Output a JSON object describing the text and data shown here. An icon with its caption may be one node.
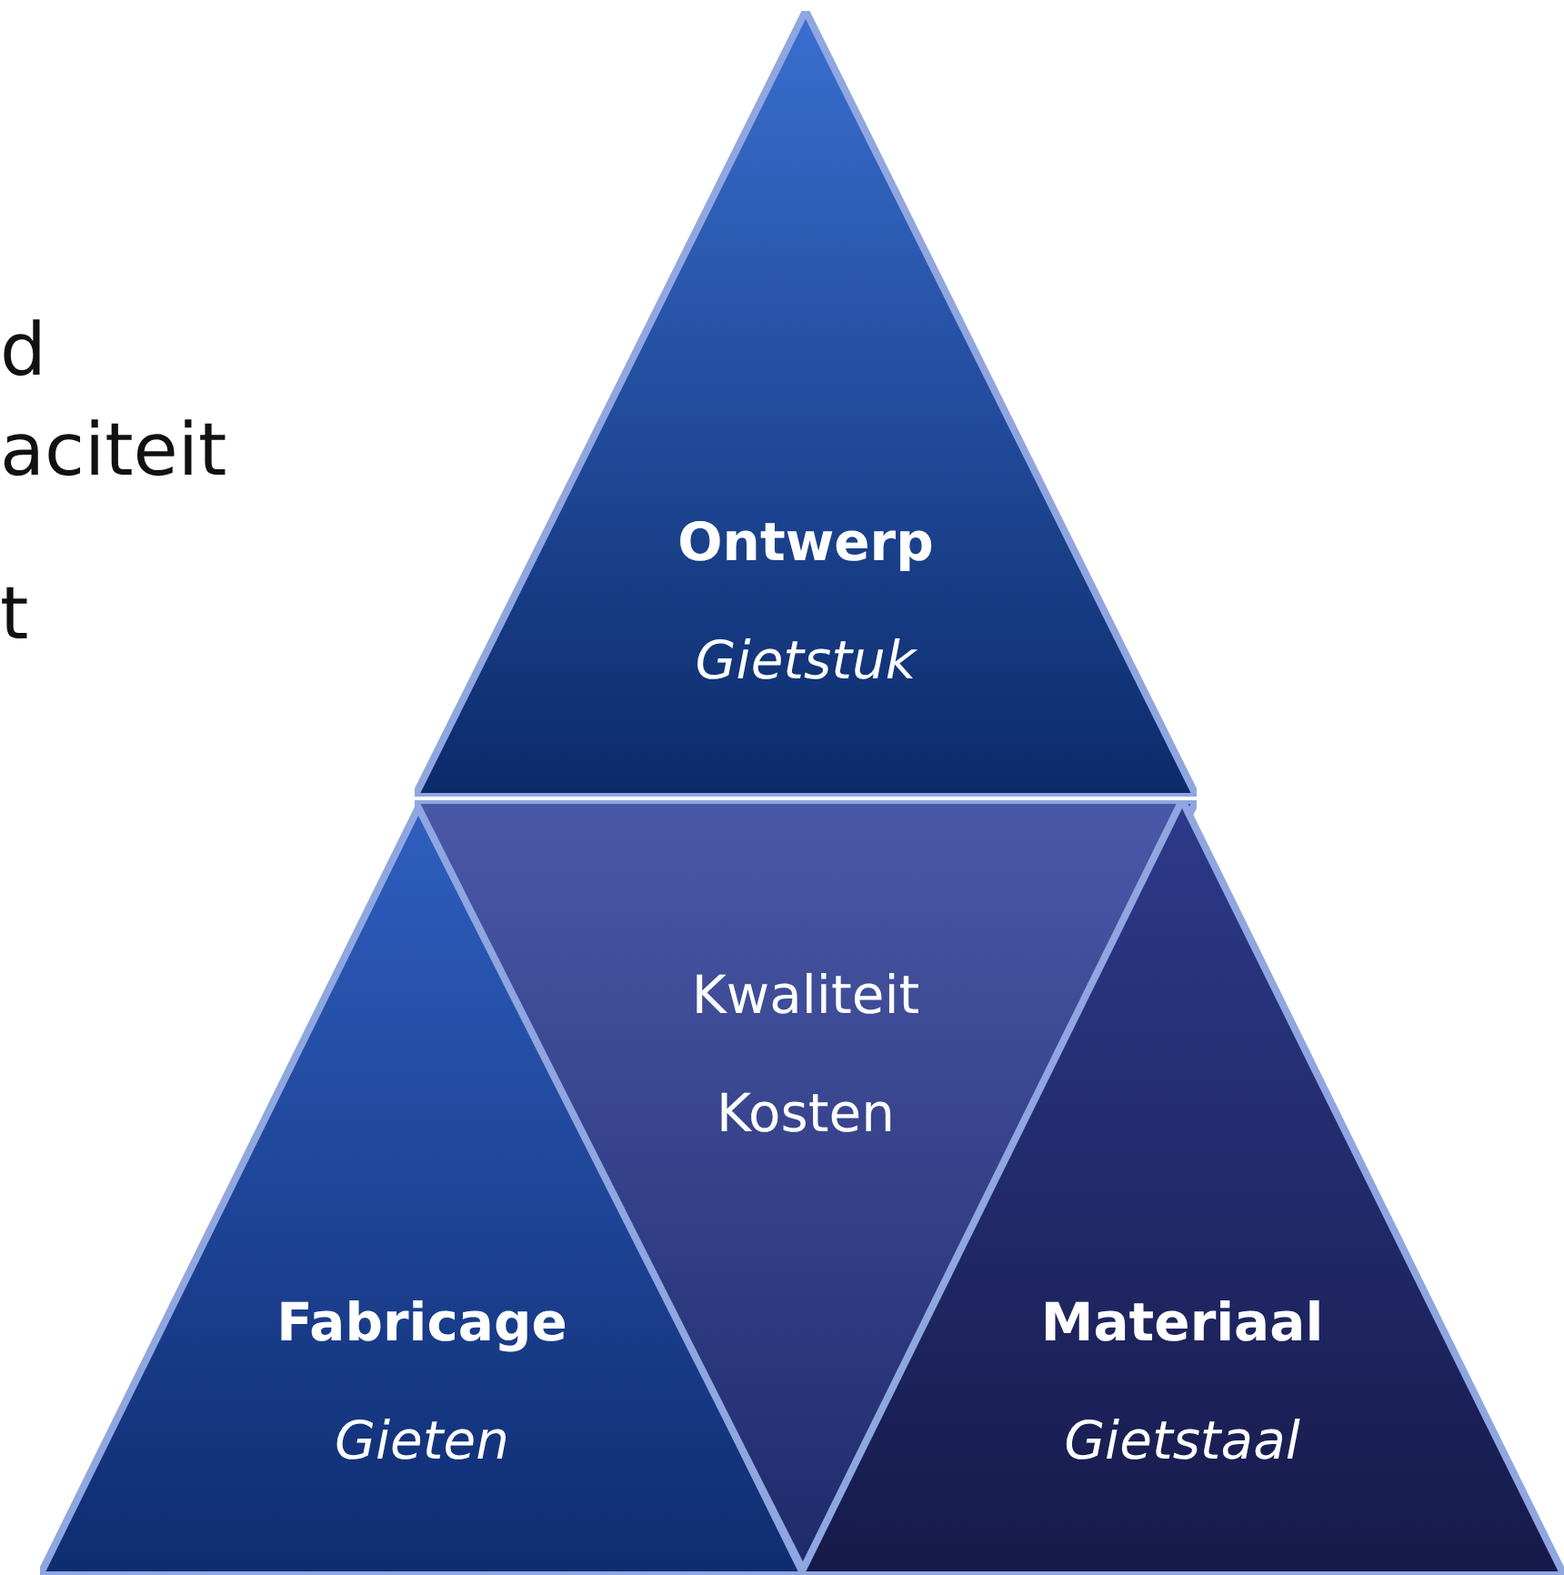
{
  "diagram": {
    "nodes": [
      {
        "text": [
          "Ontwerp",
          "Gietstuk"
        ]
      },
      {
        "text": [
          "Fabricage",
          "Gieten"
        ]
      },
      {
        "text": [
          "Kwaliteit",
          "Kosten"
        ]
      },
      {
        "text": [
          "Materiaal",
          "Gietstaal"
        ]
      }
    ],
    "labels": [
      "d",
      "aciteit",
      "t"
    ]
  }
}
